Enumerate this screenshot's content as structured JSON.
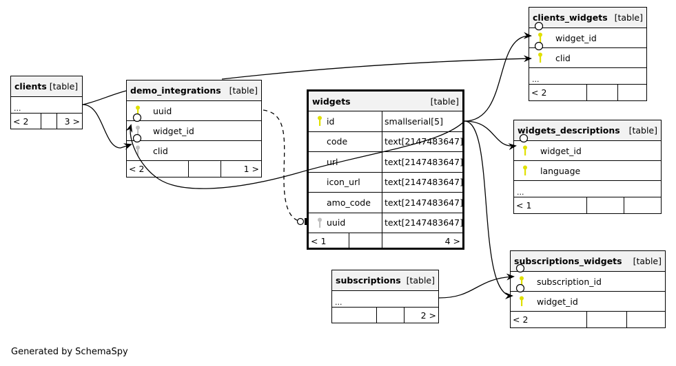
{
  "footer_text": "Generated by SchemaSpy",
  "colors": {
    "primary_key": "#e0e000",
    "foreign_key": "#c0c0c0",
    "header_bg": "#f2f2f2"
  },
  "tables": {
    "clients": {
      "name": "clients",
      "kind": "[table]",
      "ellipsis": "...",
      "parents": "< 2",
      "children": "3 >"
    },
    "demo_integrations": {
      "name": "demo_integrations",
      "kind": "[table]",
      "columns": [
        {
          "name": "uuid",
          "key": "primary"
        },
        {
          "name": "widget_id",
          "key": "foreign"
        },
        {
          "name": "clid",
          "key": "foreign"
        }
      ],
      "parents": "< 2",
      "children": "1 >"
    },
    "widgets": {
      "name": "widgets",
      "kind": "[table]",
      "columns": [
        {
          "name": "id",
          "type": "smallserial[5]",
          "key": "primary"
        },
        {
          "name": "code",
          "type": "text[2147483647]",
          "key": "none"
        },
        {
          "name": "url",
          "type": "text[2147483647]",
          "key": "none"
        },
        {
          "name": "icon_url",
          "type": "text[2147483647]",
          "key": "none"
        },
        {
          "name": "amo_code",
          "type": "text[2147483647]",
          "key": "none"
        },
        {
          "name": "uuid",
          "type": "text[2147483647]",
          "key": "foreign"
        }
      ],
      "parents": "< 1",
      "children": "4 >"
    },
    "clients_widgets": {
      "name": "clients_widgets",
      "kind": "[table]",
      "columns": [
        {
          "name": "widget_id",
          "key": "primary"
        },
        {
          "name": "clid",
          "key": "primary"
        }
      ],
      "ellipsis": "...",
      "parents": "< 2",
      "children": ""
    },
    "widgets_descriptions": {
      "name": "widgets_descriptions",
      "kind": "[table]",
      "columns": [
        {
          "name": "widget_id",
          "key": "primary"
        },
        {
          "name": "language",
          "key": "primary"
        }
      ],
      "ellipsis": "...",
      "parents": "< 1",
      "children": ""
    },
    "subscriptions": {
      "name": "subscriptions",
      "kind": "[table]",
      "ellipsis": "...",
      "parents": "",
      "children": "2 >"
    },
    "subscriptions_widgets": {
      "name": "subscriptions_widgets",
      "kind": "[table]",
      "columns": [
        {
          "name": "subscription_id",
          "key": "primary"
        },
        {
          "name": "widget_id",
          "key": "primary"
        }
      ],
      "parents": "< 2",
      "children": ""
    }
  },
  "relationships": [
    {
      "from": "clients",
      "to": "demo_integrations.clid"
    },
    {
      "from": "clients",
      "to": "clients_widgets.clid"
    },
    {
      "from": "widgets.id",
      "to": "demo_integrations.widget_id"
    },
    {
      "from": "widgets.id",
      "to": "clients_widgets.widget_id"
    },
    {
      "from": "widgets.id",
      "to": "widgets_descriptions.widget_id"
    },
    {
      "from": "widgets.id",
      "to": "subscriptions_widgets.widget_id"
    },
    {
      "from": "subscriptions",
      "to": "subscriptions_widgets.subscription_id"
    },
    {
      "from": "demo_integrations.uuid",
      "to": "widgets.uuid",
      "implied": true
    }
  ]
}
